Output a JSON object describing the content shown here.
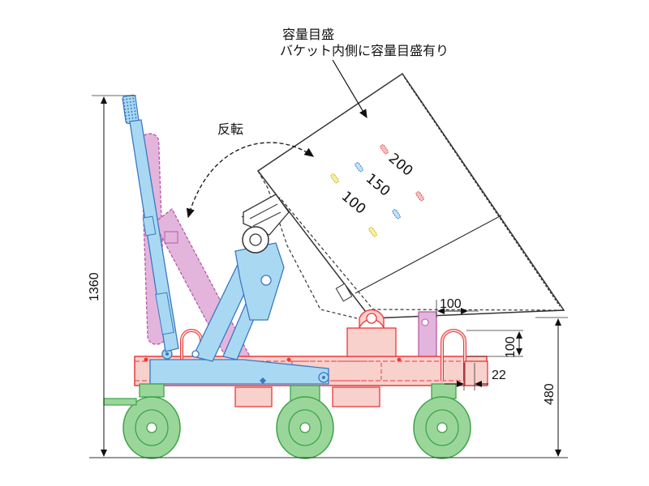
{
  "labels": {
    "capacity_scale": "容量目盛",
    "capacity_note": "バケット内側に容量目盛有り",
    "rotation": "反転"
  },
  "dimensions": {
    "total_height": "1360",
    "frame_height": "480",
    "bucket_offset": "100",
    "side_height": "100",
    "clearance": "22"
  },
  "scale_marks": {
    "mark_200": "200",
    "mark_150": "150",
    "mark_100": "100"
  },
  "colors": {
    "frame_red": "#e83a3a",
    "frame_fill": "#f8d0cc",
    "lift_blue": "#3b78c4",
    "lift_fill": "#a9d9f2",
    "handle_purple": "#b55aa8",
    "handle_fill": "#e3b5dc",
    "wheel_green": "#3ea34a",
    "wheel_fill": "#9ad69a",
    "bucket_outline": "#333333"
  },
  "icons": {
    "rotation_arrow": "curved-dashed-arrow-icon",
    "scale_leader": "leader-arrow-icon"
  }
}
